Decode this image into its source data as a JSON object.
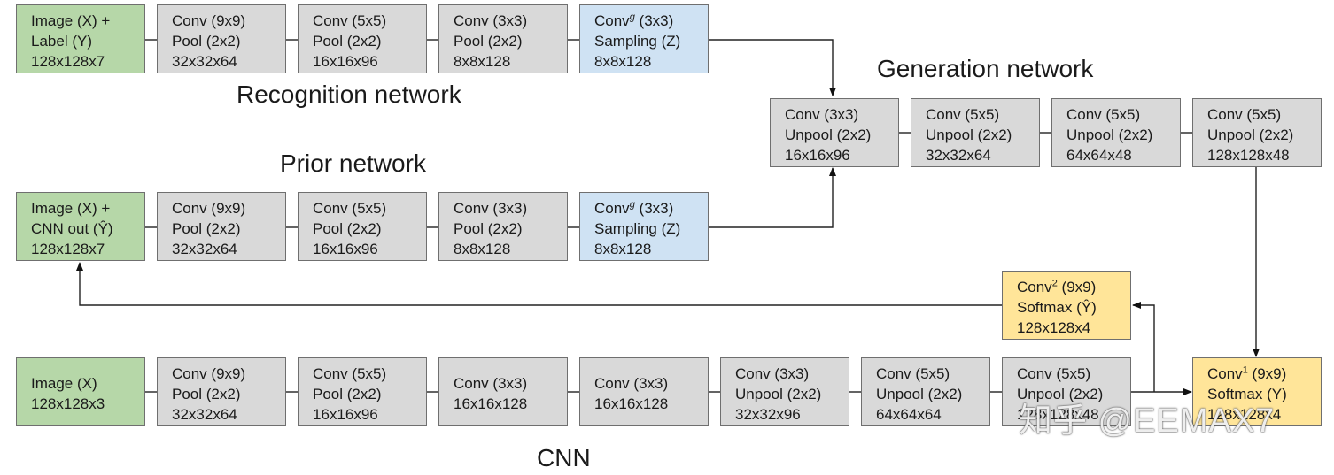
{
  "titles": {
    "recognition": "Recognition network",
    "prior": "Prior network",
    "generation": "Generation network",
    "cnn": "CNN"
  },
  "recognition": {
    "input": [
      "Image (X) +",
      "Label (Y)",
      "128x128x7"
    ],
    "b1": [
      "Conv (9x9)",
      "Pool (2x2)",
      "32x32x64"
    ],
    "b2": [
      "Conv (5x5)",
      "Pool (2x2)",
      "16x16x96"
    ],
    "b3": [
      "Conv (3x3)",
      "Pool (2x2)",
      "8x8x128"
    ],
    "b4": {
      "conv": "Conv",
      "sup": "g",
      "kernel": " (3x3)",
      "l2": "Sampling (Z)",
      "l3": "8x8x128"
    }
  },
  "prior": {
    "input": [
      "Image (X) +",
      "CNN out (Ŷ)",
      "128x128x7"
    ],
    "b1": [
      "Conv (9x9)",
      "Pool (2x2)",
      "32x32x64"
    ],
    "b2": [
      "Conv (5x5)",
      "Pool (2x2)",
      "16x16x96"
    ],
    "b3": [
      "Conv (3x3)",
      "Pool (2x2)",
      "8x8x128"
    ],
    "b4": {
      "conv": "Conv",
      "sup": "g",
      "kernel": " (3x3)",
      "l2": "Sampling (Z)",
      "l3": "8x8x128"
    }
  },
  "generation": {
    "b1": [
      "Conv (3x3)",
      "Unpool (2x2)",
      "16x16x96"
    ],
    "b2": [
      "Conv (5x5)",
      "Unpool (2x2)",
      "32x32x64"
    ],
    "b3": [
      "Conv (5x5)",
      "Unpool (2x2)",
      "64x64x48"
    ],
    "b4": [
      "Conv (5x5)",
      "Unpool (2x2)",
      "128x128x48"
    ]
  },
  "cnn": {
    "input": [
      "Image (X)",
      "128x128x3"
    ],
    "b1": [
      "Conv (9x9)",
      "Pool (2x2)",
      "32x32x64"
    ],
    "b2": [
      "Conv (5x5)",
      "Pool (2x2)",
      "16x16x96"
    ],
    "b3": [
      "Conv (3x3)",
      "16x16x128"
    ],
    "b4": [
      "Conv (3x3)",
      "16x16x128"
    ],
    "b5": [
      "Conv (3x3)",
      "Unpool (2x2)",
      "32x32x96"
    ],
    "b6": [
      "Conv (5x5)",
      "Unpool (2x2)",
      "64x64x64"
    ],
    "b7": [
      "Conv (5x5)",
      "Unpool (2x2)",
      "128x128x48"
    ]
  },
  "outputs": {
    "conv2": {
      "conv": "Conv",
      "sup": "2",
      "kernel": " (9x9)",
      "l2": "Softmax (Ŷ)",
      "l3": "128x128x4"
    },
    "conv1": {
      "conv": "Conv",
      "sup": "1",
      "kernel": " (9x9)",
      "l2": "Softmax (Y)",
      "l3": "128x128x4"
    }
  },
  "watermark": "知乎 @EEMAX7"
}
